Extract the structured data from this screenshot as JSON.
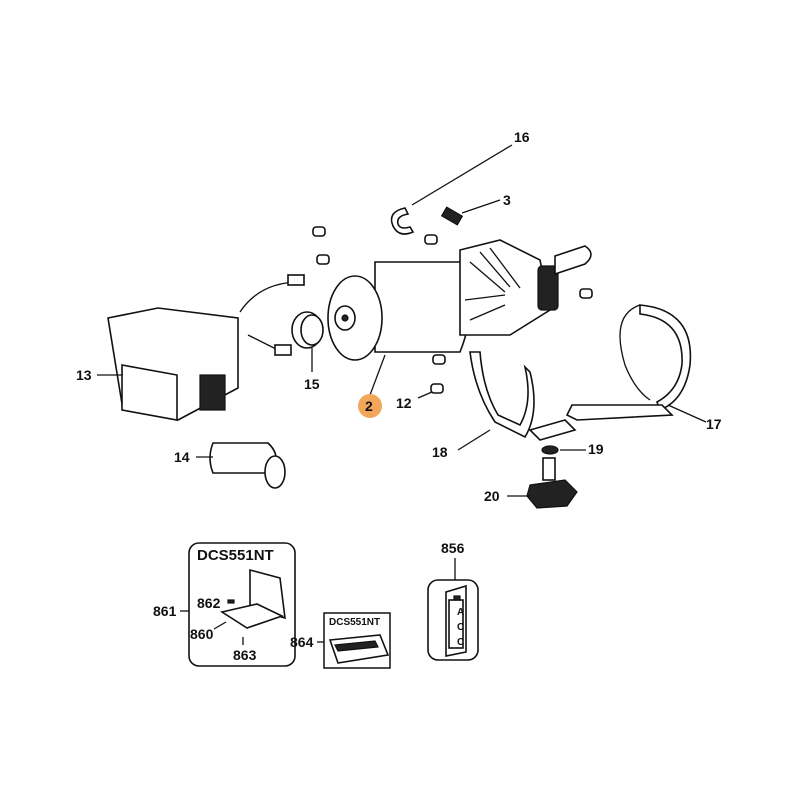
{
  "callouts": {
    "p16": "16",
    "p3": "3",
    "p13": "13",
    "p15": "15",
    "p2": "2",
    "p12": "12",
    "p17": "17",
    "p18": "18",
    "p19": "19",
    "p14": "14",
    "p20": "20",
    "p861": "861",
    "p862": "862",
    "p860": "860",
    "p863": "863",
    "p864": "864",
    "p856": "856"
  },
  "kit_box": {
    "title": "DCS551NT"
  },
  "case_box": {
    "title": "DCS551NT"
  },
  "acc_label": {
    "letters": [
      "A",
      "C",
      "C"
    ]
  },
  "highlight_color": "#f2a65a"
}
